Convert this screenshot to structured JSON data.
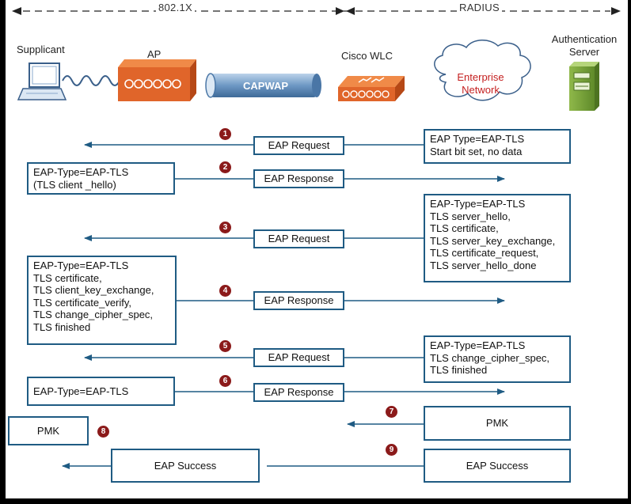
{
  "header": {
    "left": "802.1X",
    "right": "RADIUS"
  },
  "devices": {
    "supplicant": "Supplicant",
    "ap": "AP",
    "tunnel": "CAPWAP",
    "wlc": "Cisco WLC",
    "network": [
      "Enterprise",
      "Network"
    ],
    "auth_server": [
      "Authentication",
      "Server"
    ]
  },
  "steps": [
    "1",
    "2",
    "3",
    "4",
    "5",
    "6",
    "7",
    "8",
    "9"
  ],
  "messages": {
    "m1": "EAP Request",
    "m2": "EAP Response",
    "m3": "EAP Request",
    "m4": "EAP Response",
    "m5": "EAP Request",
    "m6": "EAP Response",
    "m7": "PMK",
    "m8": "PMK",
    "m9a": "EAP Success",
    "m9b": "EAP Success"
  },
  "notes": {
    "n1": [
      "EAP Type=EAP-TLS",
      "Start bit set, no data"
    ],
    "n2": [
      "EAP-Type=EAP-TLS",
      "(TLS client _hello)"
    ],
    "n3": [
      "EAP-Type=EAP-TLS",
      "TLS server_hello,",
      "TLS certificate,",
      "TLS server_key_exchange,",
      "TLS certificate_request,",
      "TLS server_hello_done"
    ],
    "n4": [
      "EAP-Type=EAP-TLS",
      "TLS certificate,",
      "TLS client_key_exchange,",
      "TLS certificate_verify,",
      "TLS change_cipher_spec,",
      "TLS finished"
    ],
    "n5": [
      "EAP-Type=EAP-TLS",
      "TLS change_cipher_spec,",
      "TLS finished"
    ],
    "n6": [
      "EAP-Type=EAP-TLS"
    ]
  },
  "colors": {
    "box_border": "#1f5b83",
    "arrow": "#1f5b83",
    "step_badge": "#8b1a1a",
    "ap_orange": "#e0652a"
  }
}
